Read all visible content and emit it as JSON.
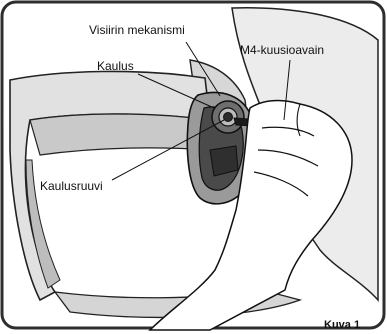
{
  "labels": {
    "visor_mechanism": "Visiirin mekanismi",
    "collar": "Kaulus",
    "hex_key": "M4-kuusioavain",
    "collar_screw": "Kaulusruuvi"
  },
  "caption": "Kuva 1",
  "colors": {
    "background": "#ffffff",
    "frame": "#2e2e2e",
    "helmet_fill": "#e3e3e3",
    "helmet_shadow": "#b9b9b9",
    "mechanism_dark": "#3a3a3a",
    "outline": "#111111"
  }
}
